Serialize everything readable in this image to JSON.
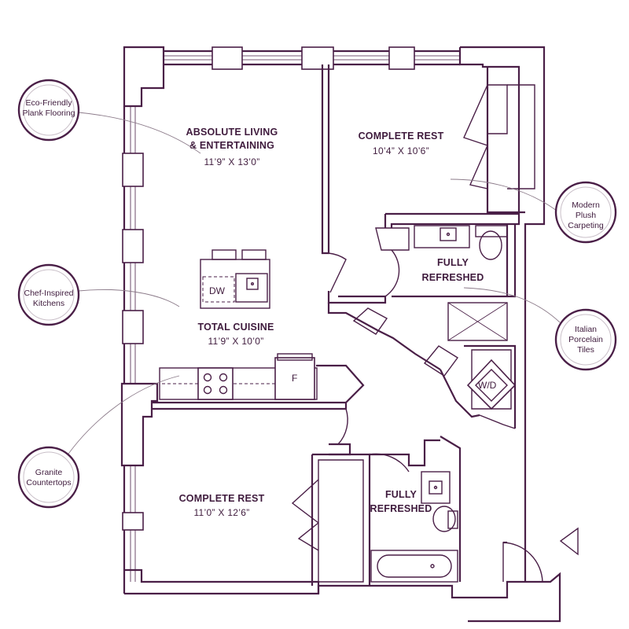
{
  "colors": {
    "wall": "#4a1f47",
    "leader": "#8c7b8a",
    "background": "#ffffff"
  },
  "rooms": {
    "living": {
      "title_line1": "ABSOLUTE LIVING",
      "title_line2": "& ENTERTAINING",
      "dimensions": "11’9” X 13’0”"
    },
    "bedroom_top": {
      "title": "COMPLETE REST",
      "dimensions": "10’4” X 10’6”"
    },
    "bath_top": {
      "title_line1": "FULLY",
      "title_line2": "REFRESHED"
    },
    "kitchen": {
      "title": "TOTAL CUISINE",
      "dimensions": "11’9” X 10’0”"
    },
    "bedroom_bottom": {
      "title": "COMPLETE REST",
      "dimensions": "11’0” X 12’6”"
    },
    "bath_bottom": {
      "title_line1": "FULLY",
      "title_line2": "REFRESHED"
    }
  },
  "fixtures": {
    "dishwasher": "DW",
    "fridge": "F",
    "washer_dryer": "W/D"
  },
  "callouts": [
    {
      "id": "flooring",
      "line1": "Eco-Friendly",
      "line2": "Plank Flooring",
      "line3": ""
    },
    {
      "id": "kitchens",
      "line1": "Chef-Inspired",
      "line2": "Kitchens",
      "line3": ""
    },
    {
      "id": "countertops",
      "line1": "Granite",
      "line2": "Countertops",
      "line3": ""
    },
    {
      "id": "carpeting",
      "line1": "Modern",
      "line2": "Plush",
      "line3": "Carpeting"
    },
    {
      "id": "tiles",
      "line1": "Italian",
      "line2": "Porcelain",
      "line3": "Tiles"
    }
  ],
  "icons": {
    "entry_marker": "triangle-left-icon"
  }
}
